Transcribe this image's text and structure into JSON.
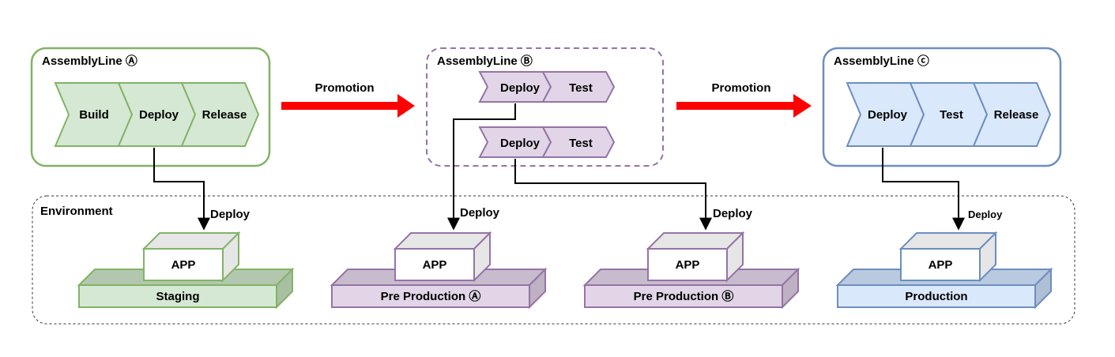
{
  "assembly_lines": [
    {
      "title": "AssemblyLine Ⓐ",
      "stages": [
        "Build",
        "Deploy",
        "Release"
      ]
    },
    {
      "title": "AssemblyLine Ⓑ",
      "rows": [
        [
          "Deploy",
          "Test"
        ],
        [
          "Deploy",
          "Test"
        ]
      ]
    },
    {
      "title": "AssemblyLine ⓒ",
      "stages": [
        "Deploy",
        "Test",
        "Release"
      ]
    }
  ],
  "promotions": [
    "Promotion",
    "Promotion"
  ],
  "environment": {
    "title": "Environment",
    "deploy_labels": [
      "Deploy",
      "Deploy",
      "Deploy",
      "Deploy"
    ],
    "servers": [
      {
        "app": "APP",
        "name": "Staging"
      },
      {
        "app": "APP",
        "name": "Pre Production Ⓐ"
      },
      {
        "app": "APP",
        "name": "Pre Production Ⓑ"
      },
      {
        "app": "APP",
        "name": "Production"
      }
    ]
  },
  "colors": {
    "green_fill": "#d5e8d4",
    "green_stroke": "#82b366",
    "purple_fill": "#e1d5e7",
    "purple_stroke": "#9673a6",
    "blue_fill": "#dae8fc",
    "blue_stroke": "#6c8ebf",
    "promotion_arrow": "#ff0000"
  }
}
